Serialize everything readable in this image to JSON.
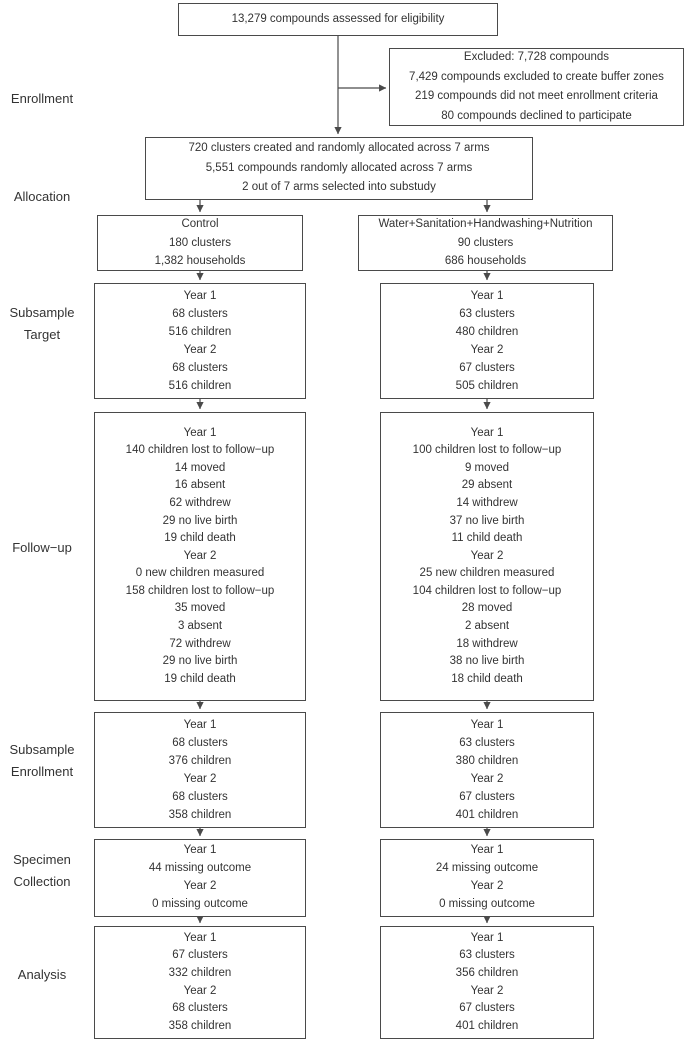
{
  "colors": {
    "border": "#4a4a4a",
    "text": "#333333",
    "background": "#ffffff"
  },
  "diagram": {
    "title_box": {
      "lines": [
        "13,279 compounds assessed for eligibility"
      ]
    },
    "excluded_box": {
      "lines": [
        "Excluded: 7,728 compounds",
        "7,429 compounds excluded to create buffer zones",
        "219 compounds did not meet enrollment criteria",
        "80 compounds declined to participate"
      ]
    },
    "allocation_box": {
      "lines": [
        "720 clusters created and randomly allocated across 7 arms",
        "5,551 compounds randomly allocated across 7 arms",
        "2 out of 7 arms selected into substudy"
      ]
    },
    "stage_labels": [
      {
        "id": "enrollment",
        "label_lines": [
          "Enrollment"
        ]
      },
      {
        "id": "allocation",
        "label_lines": [
          "Allocation"
        ]
      },
      {
        "id": "subsample-target",
        "label_lines": [
          "Subsample",
          "Target"
        ]
      },
      {
        "id": "follow-up",
        "label_lines": [
          "Follow−up"
        ]
      },
      {
        "id": "subsample-enrollment",
        "label_lines": [
          "Subsample",
          "Enrollment"
        ]
      },
      {
        "id": "specimen-collection",
        "label_lines": [
          "Specimen",
          "Collection"
        ]
      },
      {
        "id": "analysis",
        "label_lines": [
          "Analysis"
        ]
      }
    ],
    "arms": [
      {
        "name": "Control",
        "header": {
          "lines": [
            "Control",
            "180 clusters",
            "1,382 households"
          ]
        },
        "subsample_target": {
          "lines": [
            "Year 1",
            "68 clusters",
            "516 children",
            "Year 2",
            "68 clusters",
            "516 children"
          ]
        },
        "follow_up": {
          "lines": [
            "Year 1",
            "140 children lost to follow−up",
            "14 moved",
            "16 absent",
            "62 withdrew",
            "29 no live birth",
            "19 child death",
            "Year 2",
            "0 new children measured",
            "158 children lost to follow−up",
            "35 moved",
            "3 absent",
            "72 withdrew",
            "29 no live birth",
            "19 child death"
          ]
        },
        "subsample_enrollment": {
          "lines": [
            "Year 1",
            "68 clusters",
            "376 children",
            "Year 2",
            "68 clusters",
            "358 children"
          ]
        },
        "specimen_collection": {
          "lines": [
            "Year 1",
            "44 missing outcome",
            "Year 2",
            "0 missing outcome"
          ]
        },
        "analysis": {
          "lines": [
            "Year 1",
            "67 clusters",
            "332 children",
            "Year 2",
            "68 clusters",
            "358 children"
          ]
        }
      },
      {
        "name": "Water+Sanitation+Handwashing+Nutrition",
        "header": {
          "lines": [
            "Water+Sanitation+Handwashing+Nutrition",
            "90 clusters",
            "686 households"
          ]
        },
        "subsample_target": {
          "lines": [
            "Year 1",
            "63 clusters",
            "480 children",
            "Year 2",
            "67 clusters",
            "505 children"
          ]
        },
        "follow_up": {
          "lines": [
            "Year 1",
            "100 children lost to follow−up",
            "9 moved",
            "29 absent",
            "14 withdrew",
            "37 no live birth",
            "11 child death",
            "Year 2",
            "25 new children measured",
            "104 children lost to follow−up",
            "28 moved",
            "2 absent",
            "18 withdrew",
            "38 no live birth",
            "18 child death"
          ]
        },
        "subsample_enrollment": {
          "lines": [
            "Year 1",
            "63 clusters",
            "380 children",
            "Year 2",
            "67 clusters",
            "401 children"
          ]
        },
        "specimen_collection": {
          "lines": [
            "Year 1",
            "24 missing outcome",
            "Year 2",
            "0 missing outcome"
          ]
        },
        "analysis": {
          "lines": [
            "Year 1",
            "63 clusters",
            "356 children",
            "Year 2",
            "67 clusters",
            "401 children"
          ]
        }
      }
    ]
  }
}
